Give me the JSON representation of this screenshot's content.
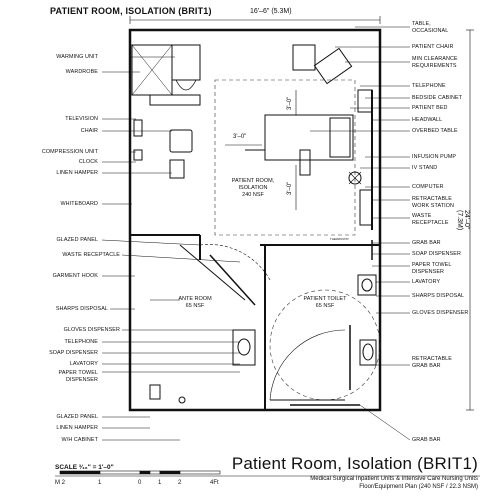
{
  "header": {
    "title": "PATIENT ROOM, ISOLATION (BRIT1)"
  },
  "dimensions": {
    "width": "16'–6\" (5.3M)",
    "height": "24'–0\" (7.3M)",
    "clear1": "3'–0\"",
    "clear2": "3'–0\"",
    "clear3": "3'–0\""
  },
  "left_labels": [
    "WARMING UNIT",
    "WARDROBE",
    "TELEVISION",
    "CHAIR",
    "COMPRESSION UNIT",
    "CLOCK",
    "LINEN HAMPER",
    "WHITEBOARD",
    "GLAZED PANEL",
    "WASTE RECEPTACLE",
    "GARMENT HOOK",
    "SHARPS DISPOSAL",
    "GLOVES DISPENSER",
    "TELEPHONE",
    "SOAP DISPENSER",
    "LAVATORY",
    "PAPER TOWEL",
    "DISPENSER",
    "GLAZED PANEL",
    "LINEN HAMPER",
    "W/H CABINET"
  ],
  "right_labels": [
    "TABLE,",
    "OCCASIONAL",
    "PATIENT CHAIR",
    "MIN CLEARANCE",
    "REQUIREMENTS",
    "TELEPHONE",
    "BEDSIDE CABINET",
    "PATIENT BED",
    "HEADWALL",
    "OVERBED TABLE",
    "INFUSION PUMP",
    "IV STAND",
    "COMPUTER",
    "RETRACTABLE",
    "WORK STATION",
    "WASTE",
    "RECEPTACLE",
    "GRAB BAR",
    "SOAP DISPENSER",
    "PAPER TOWEL",
    "DISPENSER",
    "LAVATORY",
    "SHARPS DISPOSAL",
    "GLOVES DISPENSER",
    "RETRACTABLE",
    "GRAB BAR",
    "GRAB BAR"
  ],
  "rooms": {
    "patient": {
      "l1": "PATIENT ROOM,",
      "l2": "ISOLATION",
      "l3": "240 NSF"
    },
    "ante": {
      "l1": "ANTE ROOM",
      "l2": "65 NSF"
    },
    "toilet": {
      "l1": "PATIENT TOILET",
      "l2": "65 NSF"
    },
    "thermostat": "THERMOSTAT"
  },
  "footer": {
    "title": "Patient Room, Isolation (BRIT1)",
    "sub1": "Medical Surgical Inpatient Units & Intensive Care Nursing Units",
    "sub2": "Floor/Equipment Plan (240 NSF / 22.3 NSM)",
    "scale": "SCALE ³⁄₁₆\" = 1'–0\"",
    "scale_ticks": [
      "M 2",
      "1",
      "0",
      "1",
      "2",
      "4Ft"
    ]
  },
  "colors": {
    "line": "#111111",
    "dash": "#333333"
  }
}
